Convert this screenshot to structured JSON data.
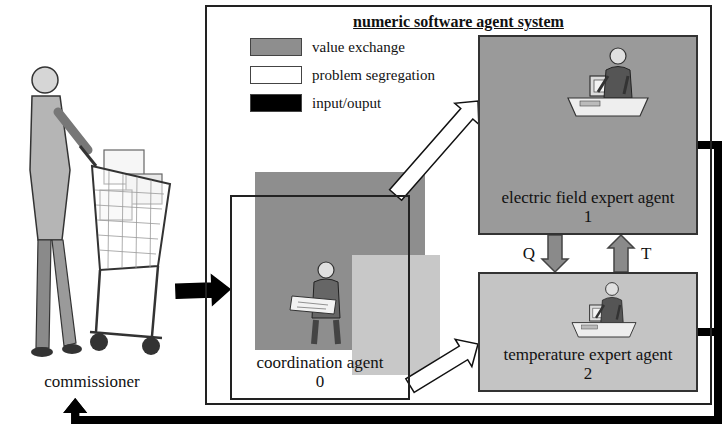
{
  "diagram": {
    "nodes": [
      {
        "text": [
          "commissioner"
        ]
      },
      {
        "text": [
          "numeric software agent system"
        ]
      },
      {
        "text": [
          "coordination agent 0"
        ],
        "in": 1
      },
      {
        "text": [
          "electric field expert agent 1"
        ],
        "in": 1
      },
      {
        "text": [
          "temperature expert agent 2"
        ],
        "in": 1
      }
    ],
    "edges": [
      {
        "from": 0,
        "to": 2,
        "arrow": "to"
      },
      {
        "from": 2,
        "to": 3,
        "arrow": "to"
      },
      {
        "from": 2,
        "to": 4,
        "arrow": "to"
      },
      {
        "from": 3,
        "to": 4,
        "label": "Q",
        "arrow": "to"
      },
      {
        "from": 4,
        "to": 3,
        "label": "T",
        "arrow": "to"
      },
      {
        "from": 3,
        "to": 0,
        "arrow": "to"
      },
      {
        "from": 4,
        "to": 0,
        "arrow": "to"
      }
    ],
    "legend": [
      {
        "text": "value exchange",
        "color": "#8e8e8e"
      },
      {
        "text": "problem segregation",
        "color": "#ffffff"
      },
      {
        "text": "input/ouput",
        "color": "#000000"
      }
    ]
  }
}
